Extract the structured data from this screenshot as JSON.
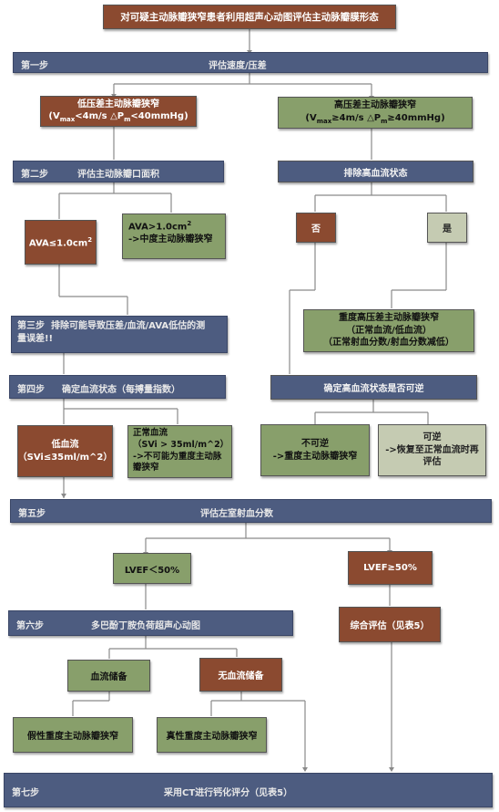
{
  "title": "对可疑主动脉瓣狭窄患者利用超声心动图评估主动脉瓣膜形态",
  "step1": {
    "label": "第一步",
    "text": "评估速度/压差"
  },
  "low_gradient": {
    "line1": "低压差主动脉瓣狭窄",
    "v": "V",
    "vsub": "max",
    "cond1": "<4m/s  △P",
    "psub": "m",
    "cond2": "<40mmHg)"
  },
  "high_gradient": {
    "line1": "高压差主动脉瓣狭窄",
    "v": "V",
    "vsub": "max",
    "cond1": "≥4m/s  △P",
    "psub": "m",
    "cond2": "≥40mmHg)"
  },
  "step2": {
    "label": "第二步",
    "text": "评估主动脉瓣口面积"
  },
  "exclude_high_flow": "排除高血流状态",
  "ava_small": {
    "text": "AVA≤1.0cm",
    "sup": "2"
  },
  "ava_large": {
    "text": "AVA>1.0cm",
    "sup": "2",
    "line2": "->中度主动脉瓣狭窄"
  },
  "no_label": "否",
  "yes_label": "是",
  "step3": {
    "label": "第三步",
    "text": "排除可能导致压差/血流/AVA低估的测",
    "text2": "量误差!!"
  },
  "severe_high": {
    "line1": "重度高压差主动脉瓣狭窄",
    "line2": "（正常血流/低血流）",
    "line3": "（正常射血分数/射血分数减低）"
  },
  "step4": {
    "label": "第四步",
    "text": "确定血流状态（每搏量指数）"
  },
  "reversible_question": "确定高血流状态是否可逆",
  "low_flow": {
    "line1": "低血流",
    "line2": "（SVi≤35ml/m^2）"
  },
  "normal_flow": {
    "line1": "正常血流",
    "line2": "（SVi > 35ml/m^2）",
    "line3": "->不可能为重度主动脉",
    "line4": "瓣狭窄"
  },
  "irreversible": {
    "line1": "不可逆",
    "line2": "->重度主动脉瓣狭窄"
  },
  "reversible": {
    "line1": "可逆",
    "line2": "->恢复至正常血流时再",
    "line3": "评估"
  },
  "step5": {
    "label": "第五步",
    "text": "评估左室射血分数"
  },
  "lvef_low": "LVEF＜50%",
  "lvef_high": "LVEF≥50%",
  "step6": {
    "label": "第六步",
    "text": "多巴酚丁胺负荷超声心动图"
  },
  "comprehensive": "综合评估（见表5）",
  "flow_reserve": "血流储备",
  "no_flow_reserve": "无血流储备",
  "pseudo_severe": "假性重度主动脉瓣狭窄",
  "true_severe": "真性重度主动脉瓣狭窄",
  "step7": {
    "label": "第七步",
    "text": "采用CT进行钙化评分（见表5）"
  },
  "colors": {
    "brown": "#8b4a30",
    "green": "#889f6b",
    "gray_green": "#c5cbb2",
    "blue": "#4d5c80"
  }
}
